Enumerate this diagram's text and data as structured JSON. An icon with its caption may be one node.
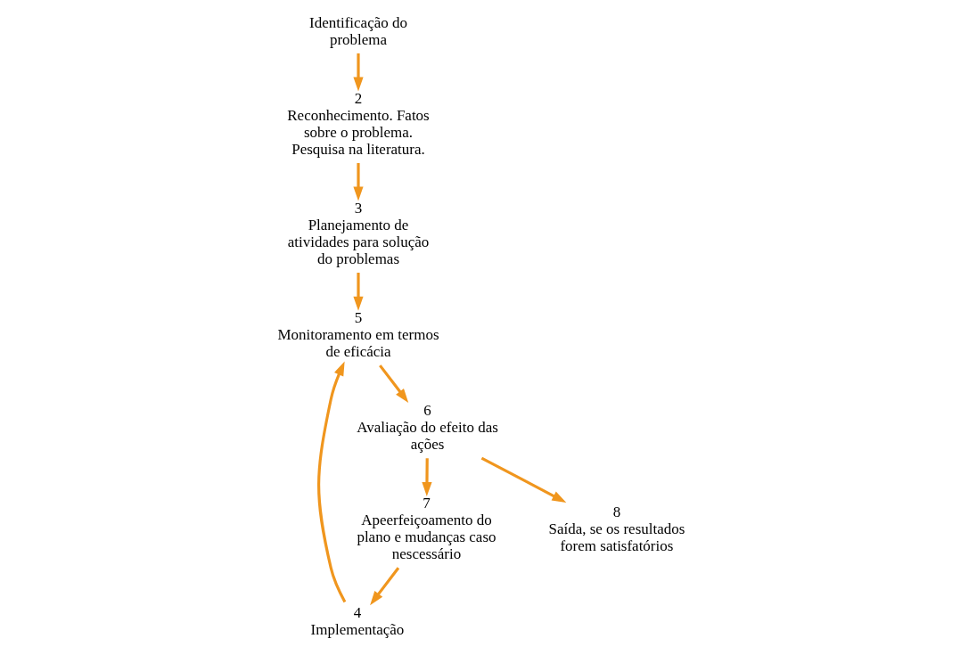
{
  "diagram": {
    "nodes": [
      {
        "text": [
          "Identificação do problema"
        ]
      },
      {
        "text": [
          "2",
          "Reconhecimento. Fatos sobre o problema. Pesquisa na literatura."
        ]
      },
      {
        "text": [
          "3",
          "Planejamento de atividades para solução do problemas"
        ]
      },
      {
        "text": [
          "4",
          "Implementação"
        ]
      },
      {
        "text": [
          "5",
          "Monitoramento em termos de eficácia"
        ]
      },
      {
        "text": [
          "6",
          "Avaliação do efeito das ações"
        ]
      },
      {
        "text": [
          "7",
          "Apeerfeiçoamento do plano e mudanças caso nescessário"
        ]
      },
      {
        "text": [
          "8",
          "Saída, se os resultados forem satisfatórios"
        ]
      }
    ],
    "edges": [
      {
        "from": 0,
        "to": 1,
        "arrow": "to"
      },
      {
        "from": 1,
        "to": 2,
        "arrow": "to"
      },
      {
        "from": 2,
        "to": 4,
        "arrow": "to"
      },
      {
        "from": 3,
        "to": 4,
        "arrow": "to"
      },
      {
        "from": 4,
        "to": 5,
        "arrow": "to"
      },
      {
        "from": 5,
        "to": 6,
        "arrow": "to"
      },
      {
        "from": 6,
        "to": 3,
        "arrow": "to"
      },
      {
        "from": 5,
        "to": 7,
        "arrow": "to"
      }
    ]
  }
}
